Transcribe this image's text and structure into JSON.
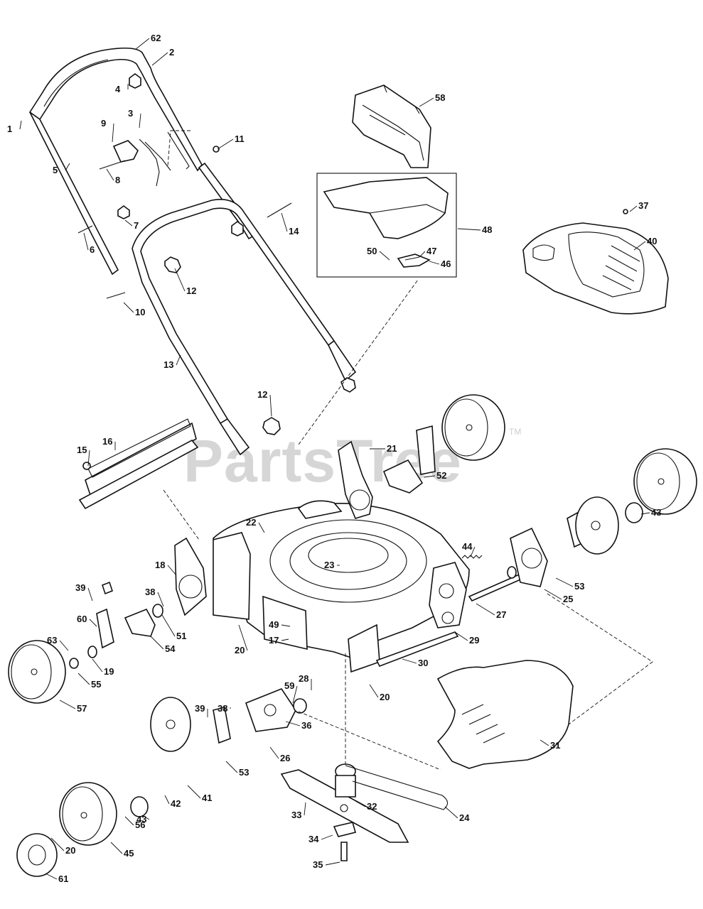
{
  "watermark": {
    "text": "PartsTree",
    "trademark": "TM"
  },
  "callouts": [
    "1",
    "2",
    "3",
    "4",
    "5",
    "6",
    "7",
    "8",
    "9",
    "10",
    "11",
    "12",
    "12",
    "13",
    "14",
    "15",
    "16",
    "17",
    "18",
    "19",
    "20",
    "20",
    "20",
    "21",
    "22",
    "23",
    "24",
    "25",
    "26",
    "27",
    "28",
    "29",
    "30",
    "31",
    "32",
    "33",
    "34",
    "35",
    "36",
    "37",
    "38",
    "38",
    "39",
    "39",
    "40",
    "41",
    "42",
    "43",
    "43",
    "44",
    "45",
    "46",
    "47",
    "48",
    "49",
    "50",
    "51",
    "52",
    "53",
    "53",
    "54",
    "55",
    "56",
    "57",
    "58",
    "59",
    "60",
    "61",
    "62",
    "63"
  ]
}
